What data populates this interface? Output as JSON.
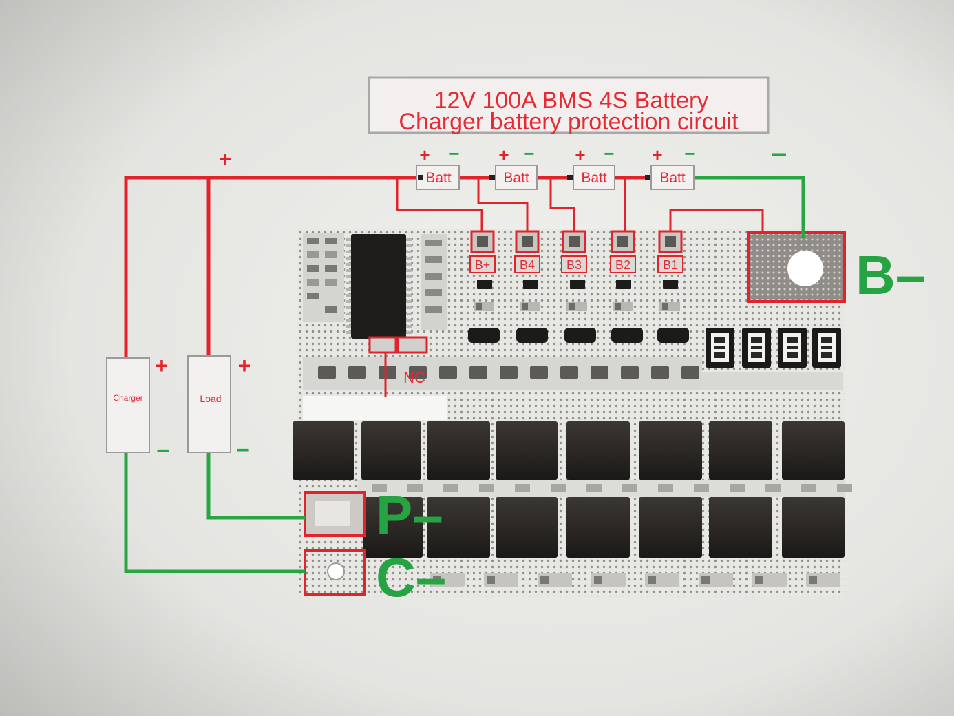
{
  "title": {
    "line1": "12V 100A BMS 4S Battery",
    "line2": "Charger battery protection circuit"
  },
  "signs": {
    "plus": "+",
    "minus": "−"
  },
  "batteries": [
    {
      "label": "Batt"
    },
    {
      "label": "Batt"
    },
    {
      "label": "Batt"
    },
    {
      "label": "Batt"
    }
  ],
  "pads": [
    "B+",
    "B4",
    "B3",
    "B2",
    "B1"
  ],
  "terminals": {
    "b_minus": "B–",
    "p_minus": "P–",
    "c_minus": "C–"
  },
  "nc": "NC",
  "charger": {
    "label": "Charger"
  },
  "load": {
    "label": "Load"
  },
  "colors": {
    "positive_wire": "#e1232b",
    "negative_wire": "#2aa544",
    "text": "#e52a33"
  }
}
